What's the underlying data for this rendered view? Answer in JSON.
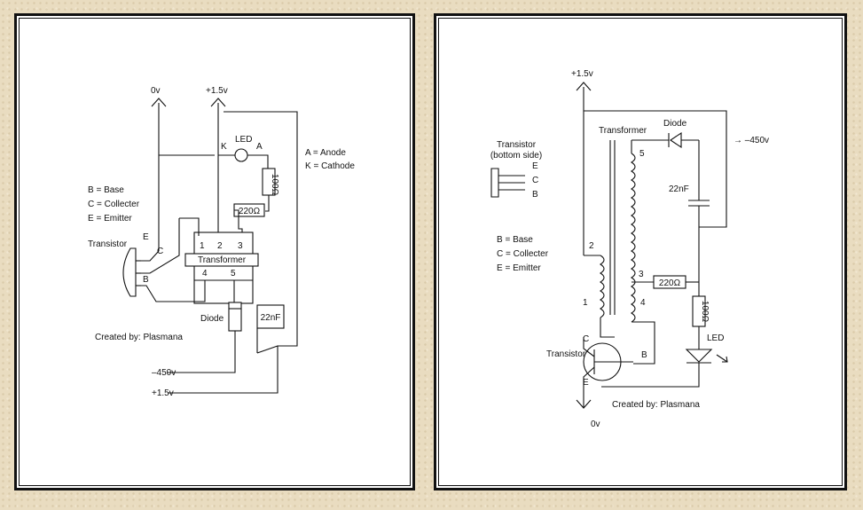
{
  "left_diagram": {
    "rail_0v": "0v",
    "rail_plus15_top": "+1.5v",
    "led_label": "LED",
    "led_k": "K",
    "led_a": "A",
    "anode_key": "A = Anode",
    "cathode_key": "K = Cathode",
    "r100": "100Ω",
    "r220": "220Ω",
    "key_base": "B = Base",
    "key_collector": "C = Collecter",
    "key_emitter": "E = Emitter",
    "transistor_label": "Transistor",
    "pin_e": "E",
    "pin_c": "C",
    "pin_b": "B",
    "transformer_label": "Transformer",
    "tx_pins": [
      "1",
      "2",
      "3",
      "4",
      "5"
    ],
    "diode_label": "Diode",
    "cap_label": "22nF",
    "credit": "Created by: Plasmana",
    "out_neg450": "–450v",
    "out_plus15": "+1.5v"
  },
  "right_diagram": {
    "rail_plus15": "+1.5v",
    "diode_label": "Diode",
    "out_neg450": "→  –450v",
    "transformer_label": "Transformer",
    "transistor_title_1": "Transistor",
    "transistor_title_2": "(bottom side)",
    "pin_e": "E",
    "pin_c": "C",
    "pin_b": "B",
    "winding_pins": [
      "1",
      "2",
      "3",
      "4",
      "5"
    ],
    "cap_label": "22nF",
    "key_base": "B = Base",
    "key_collector": "C = Collecter",
    "key_emitter": "E = Emitter",
    "r220": "220Ω",
    "r100": "100Ω",
    "led_label": "LED",
    "transistor_label": "Transistor",
    "trans_c": "C",
    "trans_b": "B",
    "trans_e": "E",
    "credit": "Created by: Plasmana",
    "rail_0v": "0v"
  }
}
